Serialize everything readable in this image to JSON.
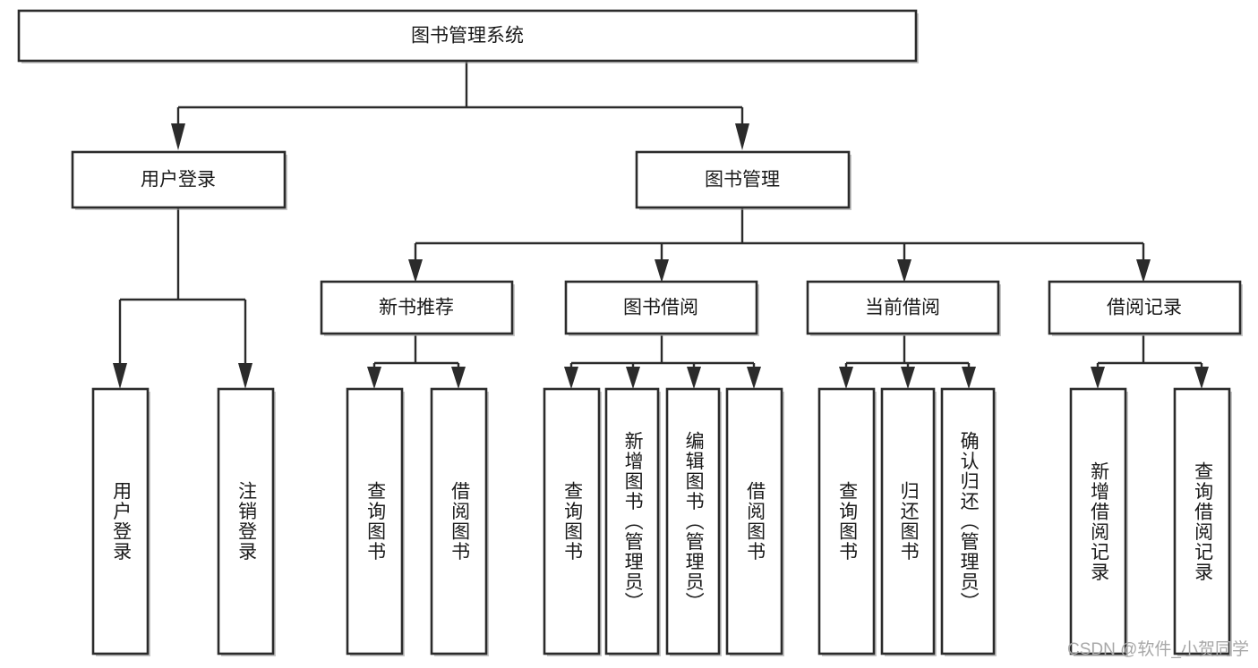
{
  "diagram": {
    "title": "图书管理系统",
    "type": "tree",
    "watermark": "CSDN @软件_小贺同学",
    "colors": {
      "box_stroke": "#2b2b2b",
      "box_fill": "#ffffff",
      "connector": "#2b2b2b",
      "text": "#1a1a1a",
      "watermark": "#a8a8a8",
      "background": "#ffffff"
    },
    "levels": {
      "root": "图书管理系统",
      "level2": [
        "用户登录",
        "图书管理"
      ],
      "level3": [
        "新书推荐",
        "图书借阅",
        "当前借阅",
        "借阅记录"
      ]
    },
    "nodes": {
      "root": {
        "label": "图书管理系统"
      },
      "user_login": {
        "label": "用户登录"
      },
      "book_manage": {
        "label": "图书管理"
      },
      "new_book_rec": {
        "label": "新书推荐"
      },
      "book_borrow": {
        "label": "图书借阅"
      },
      "current_borrow": {
        "label": "当前借阅"
      },
      "borrow_record": {
        "label": "借阅记录"
      },
      "leaf_01": {
        "label": "用户登录"
      },
      "leaf_02": {
        "label": "注销登录"
      },
      "leaf_03": {
        "label": "查询图书"
      },
      "leaf_04": {
        "label": "借阅图书"
      },
      "leaf_05": {
        "label": "查询图书"
      },
      "leaf_06": {
        "label": "新增图书（管理员）"
      },
      "leaf_07": {
        "label": "编辑图书（管理员）"
      },
      "leaf_08": {
        "label": "借阅图书"
      },
      "leaf_09": {
        "label": "查询图书"
      },
      "leaf_10": {
        "label": "归还图书"
      },
      "leaf_11": {
        "label": "确认归还（管理员）"
      },
      "leaf_12": {
        "label": "新增借阅记录"
      },
      "leaf_13": {
        "label": "查询借阅记录"
      }
    },
    "edges": [
      {
        "from": "root",
        "to": "user_login"
      },
      {
        "from": "root",
        "to": "book_manage"
      },
      {
        "from": "user_login",
        "to": "leaf_01"
      },
      {
        "from": "user_login",
        "to": "leaf_02"
      },
      {
        "from": "book_manage",
        "to": "new_book_rec"
      },
      {
        "from": "book_manage",
        "to": "book_borrow"
      },
      {
        "from": "book_manage",
        "to": "current_borrow"
      },
      {
        "from": "book_manage",
        "to": "borrow_record"
      },
      {
        "from": "new_book_rec",
        "to": "leaf_03"
      },
      {
        "from": "new_book_rec",
        "to": "leaf_04"
      },
      {
        "from": "book_borrow",
        "to": "leaf_05"
      },
      {
        "from": "book_borrow",
        "to": "leaf_06"
      },
      {
        "from": "book_borrow",
        "to": "leaf_07"
      },
      {
        "from": "book_borrow",
        "to": "leaf_08"
      },
      {
        "from": "current_borrow",
        "to": "leaf_09"
      },
      {
        "from": "current_borrow",
        "to": "leaf_10"
      },
      {
        "from": "current_borrow",
        "to": "leaf_11"
      },
      {
        "from": "borrow_record",
        "to": "leaf_12"
      },
      {
        "from": "borrow_record",
        "to": "leaf_13"
      }
    ]
  }
}
